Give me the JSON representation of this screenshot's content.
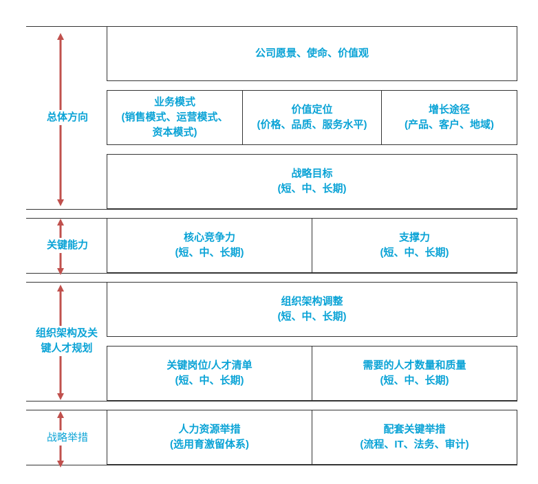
{
  "sections": [
    {
      "label": "总体方向",
      "label_weight": "bold"
    },
    {
      "label": "关键能力",
      "label_weight": "bold"
    },
    {
      "label": "组织架构及关键人才规划",
      "label_line1": "组织架构及关",
      "label_line2": "键人才规划",
      "label_weight": "bold"
    },
    {
      "label": "战略举措",
      "label_weight": "normal"
    }
  ],
  "boxes": {
    "vision": {
      "title": "公司愿景、使命、价值观"
    },
    "business_model": {
      "title": "业务模式",
      "line2": "(销售模式、运营模式、",
      "line3": "资本模式)"
    },
    "value_positioning": {
      "title": "价值定位",
      "line2": "(价格、品质、服务水平)"
    },
    "growth_path": {
      "title": "增长途径",
      "line2": "(产品、客户、地域)"
    },
    "strategic_goals": {
      "title": "战略目标",
      "line2": "(短、中、长期)"
    },
    "core_competence": {
      "title": "核心竞争力",
      "line2": "(短、中、长期)"
    },
    "support_capability": {
      "title": "支撑力",
      "line2": "(短、中、长期)"
    },
    "org_adjustment": {
      "title": "组织架构调整",
      "line2": "(短、中、长期)"
    },
    "key_positions": {
      "title": "关键岗位/人才清单",
      "line2": "(短、中、长期)"
    },
    "talent_needs": {
      "title": "需要的人才数量和质量",
      "line2": "(短、中、长期)"
    },
    "hr_measures": {
      "title": "人力资源举措",
      "line2": "(选用育激留体系)"
    },
    "supporting_measures": {
      "title": "配套关键举措",
      "line2": "(流程、IT、法务、审计)"
    }
  },
  "colors": {
    "text": "#0aa3d6",
    "arrow": "#c0504d",
    "border": "#333333"
  }
}
